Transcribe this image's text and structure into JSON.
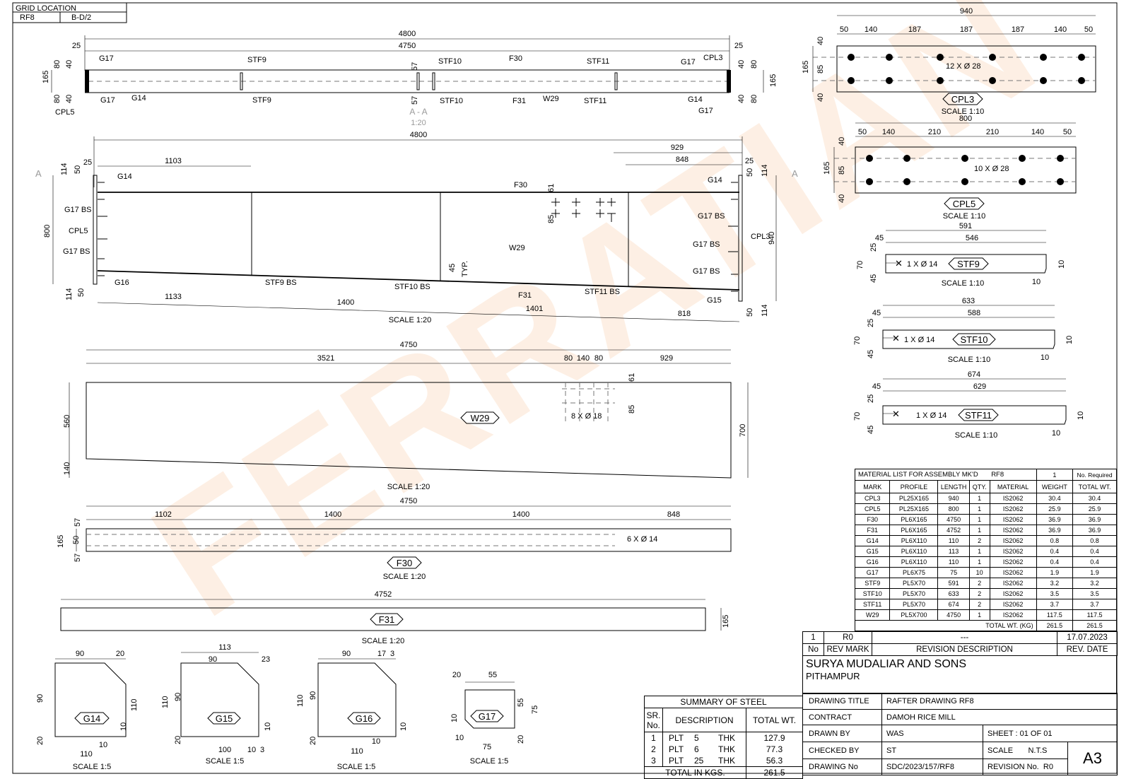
{
  "colors": {
    "line": "#000000",
    "watermark_orange": "#f7a35c",
    "watermark_grey": "#8c8c8c",
    "section_label": "#9a9a9a"
  },
  "watermark": "FERRATIAN",
  "grid_location": {
    "title": "GRID LOCATION",
    "mark": "RF8",
    "grid": "B-D/2"
  },
  "section_aa": {
    "d_total": "4800",
    "d_inner": "4750",
    "d_25a": "25",
    "d_25b": "25",
    "d_80a": "80",
    "d_40a": "40",
    "d_165a": "165",
    "d_80b": "80",
    "d_40b": "40",
    "d_80c": "80",
    "d_40c": "40",
    "d_165b": "165",
    "d_80d": "80",
    "d_40d": "40",
    "d_57a": "57",
    "d_57b": "57",
    "g17_tl": "G17",
    "g17_bl": "G17",
    "g14_l": "G14",
    "cpl5": "CPL5",
    "stf9_t": "STF9",
    "stf9_b": "STF9",
    "stf10_t": "STF10",
    "stf10_b": "STF10",
    "f30": "F30",
    "f31": "F31",
    "w29": "W29",
    "stf11_t": "STF11",
    "stf11_b": "STF11",
    "g17_tr": "G17",
    "cpl3": "CPL3",
    "g14_r": "G14",
    "g17_br": "G17",
    "section_label": "A - A",
    "section_scale": "1:20"
  },
  "elevation": {
    "d_4800": "4800",
    "d_929": "929",
    "d_848": "848",
    "d_25l": "25",
    "d_1103": "1103",
    "d_25r": "25",
    "d_114a": "114",
    "d_50a": "50",
    "d_800": "800",
    "d_114b": "114",
    "d_50b": "50",
    "d_50c": "50",
    "d_114c": "114",
    "d_940": "940",
    "d_50d": "50",
    "d_114d": "114",
    "d_61": "61",
    "d_85": "85",
    "d_45": "45",
    "typ": "TYP.",
    "d_1133": "1133",
    "d_1400": "1400",
    "d_1401": "1401",
    "d_818": "818",
    "sec_a_l": "A",
    "sec_a_r": "A",
    "g14_l": "G14",
    "g17bs_1": "G17 BS",
    "cpl5": "CPL5",
    "g17bs_2": "G17 BS",
    "g16": "G16",
    "f30": "F30",
    "w29": "W29",
    "stf9bs": "STF9 BS",
    "stf10bs": "STF10 BS",
    "f31": "F31",
    "stf11bs": "STF11 BS",
    "g14_r": "G14",
    "g17bs_r1": "G17 BS",
    "cpl3": "CPL3",
    "g17bs_r2": "G17 BS",
    "g17bs_r3": "G17 BS",
    "g15": "G15",
    "scale": "SCALE  1:20"
  },
  "w29": {
    "d_4750": "4750",
    "d_3521": "3521",
    "d_80a": "80",
    "d_140": "140",
    "d_80b": "80",
    "d_929": "929",
    "d_61": "61",
    "d_85": "85",
    "d_560": "560",
    "d_140v": "140",
    "d_700": "700",
    "holes": "8 X Ø 18",
    "mark": "W29",
    "scale": "SCALE  1:20"
  },
  "f30": {
    "d_4750": "4750",
    "d_1102": "1102",
    "d_1400a": "1400",
    "d_1400b": "1400",
    "d_848": "848",
    "d_57a": "57",
    "d_165": "165",
    "d_50": "50",
    "d_57b": "57",
    "holes": "6 X Ø 14",
    "mark": "F30",
    "scale": "SCALE  1:20"
  },
  "f31": {
    "d_4752": "4752",
    "d_165": "165",
    "mark": "F31",
    "scale": "SCALE  1:20"
  },
  "cpl3": {
    "d_940": "940",
    "segs": [
      "50",
      "140",
      "187",
      "187",
      "187",
      "140",
      "50"
    ],
    "d_40a": "40",
    "d_165": "165",
    "d_85": "85",
    "d_40b": "40",
    "holes": "12 X Ø 28",
    "mark": "CPL3",
    "scale": "SCALE  1:10"
  },
  "cpl5": {
    "d_800": "800",
    "segs": [
      "50",
      "140",
      "210",
      "210",
      "140",
      "50"
    ],
    "d_40a": "40",
    "d_165": "165",
    "d_85": "85",
    "d_40b": "40",
    "holes": "10 X Ø 28",
    "mark": "CPL5",
    "scale": "SCALE  1:10"
  },
  "stiffeners": [
    {
      "d_total": "591",
      "d_inner": "546",
      "d_45": "45",
      "d_25": "25",
      "d_70": "70",
      "d_45v": "45",
      "d_10a": "10",
      "d_10b": "10",
      "hole": "1 X Ø 14",
      "mark": "STF9",
      "scale": "SCALE  1:10"
    },
    {
      "d_total": "633",
      "d_inner": "588",
      "d_45": "45",
      "d_25": "25",
      "d_70": "70",
      "d_45v": "45",
      "d_10a": "10",
      "d_10b": "10",
      "hole": "1 X Ø 14",
      "mark": "STF10",
      "scale": "SCALE  1:10"
    },
    {
      "d_total": "674",
      "d_inner": "629",
      "d_45": "45",
      "d_25": "25",
      "d_70": "70",
      "d_45v": "45",
      "d_10a": "10",
      "d_10b": "10",
      "hole": "1 X Ø 14",
      "mark": "STF11",
      "scale": "SCALE  1:10"
    }
  ],
  "gussets": {
    "g14": {
      "d_90": "90",
      "d_20": "20",
      "d_90v": "90",
      "d_110v": "110",
      "d_10v": "10",
      "d_20v": "20",
      "d_110": "110",
      "d_10": "10",
      "mark": "G14",
      "scale": "SCALE  1:5"
    },
    "g15": {
      "d_113": "113",
      "d_90": "90",
      "d_23": "23",
      "d_110v": "110",
      "d_90v": "90",
      "d_10v": "10",
      "d_20v": "20",
      "d_100": "100",
      "d_10": "10",
      "d_3": "3",
      "mark": "G15",
      "scale": "SCALE  1:5"
    },
    "g16": {
      "d_90": "90",
      "d_17": "17",
      "d_3": "3",
      "d_110v": "110",
      "d_90v": "90",
      "d_10v": "10",
      "d_20v": "20",
      "d_110": "110",
      "d_10": "10",
      "mark": "G16",
      "scale": "SCALE  1:5"
    },
    "g17": {
      "d_20": "20",
      "d_55": "55",
      "d_55v": "55",
      "d_75v": "75",
      "d_10v": "10",
      "d_10": "10",
      "d_20v": "20",
      "d_75": "75",
      "mark": "G17",
      "scale": "SCALE  1:5"
    }
  },
  "material_list": {
    "title": "MATERIAL LIST FOR ASSEMBLY MK'D",
    "assembly": "RF8",
    "qty": "1",
    "required": "No. Required",
    "headers": [
      "MARK",
      "PROFILE",
      "LENGTH",
      "QTY.",
      "MATERIAL",
      "WEIGHT",
      "TOTAL WT."
    ],
    "rows": [
      [
        "CPL3",
        "PL25X165",
        "940",
        "1",
        "IS2062",
        "30.4",
        "30.4"
      ],
      [
        "CPL5",
        "PL25X165",
        "800",
        "1",
        "IS2062",
        "25.9",
        "25.9"
      ],
      [
        "F30",
        "PL6X165",
        "4750",
        "1",
        "IS2062",
        "36.9",
        "36.9"
      ],
      [
        "F31",
        "PL6X165",
        "4752",
        "1",
        "IS2062",
        "36.9",
        "36.9"
      ],
      [
        "G14",
        "PL6X110",
        "110",
        "2",
        "IS2062",
        "0.8",
        "0.8"
      ],
      [
        "G15",
        "PL6X110",
        "113",
        "1",
        "IS2062",
        "0.4",
        "0.4"
      ],
      [
        "G16",
        "PL6X110",
        "110",
        "1",
        "IS2062",
        "0.4",
        "0.4"
      ],
      [
        "G17",
        "PL6X75",
        "75",
        "10",
        "IS2062",
        "1.9",
        "1.9"
      ],
      [
        "STF9",
        "PL5X70",
        "591",
        "2",
        "IS2062",
        "3.2",
        "3.2"
      ],
      [
        "STF10",
        "PL5X70",
        "633",
        "2",
        "IS2062",
        "3.5",
        "3.5"
      ],
      [
        "STF11",
        "PL5X70",
        "674",
        "2",
        "IS2062",
        "3.7",
        "3.7"
      ],
      [
        "W29",
        "PL5X700",
        "4750",
        "1",
        "IS2062",
        "117.5",
        "117.5"
      ]
    ],
    "total_label": "TOTAL WT. (KG)",
    "total_weight": "261.5",
    "total_total": "261.5"
  },
  "revision": {
    "no": "1",
    "rev": "R0",
    "desc": "---",
    "date": "17.07.2023",
    "h_no": "No",
    "h_rev": "REV MARK",
    "h_desc": "REVISION DESCRIPTION",
    "h_date": "REV. DATE"
  },
  "company": {
    "name": "SURYA MUDALIAR AND SONS",
    "place": "PITHAMPUR"
  },
  "summary": {
    "title": "SUMMARY OF STEEL",
    "h_sr": "SR.",
    "h_no": "No.",
    "h_desc": "DESCRIPTION",
    "h_total": "TOTAL WT.",
    "rows": [
      {
        "sr": "1",
        "type": "PLT",
        "size": "5",
        "unit": "THK",
        "wt": "127.9"
      },
      {
        "sr": "2",
        "type": "PLT",
        "size": "6",
        "unit": "THK",
        "wt": "77.3"
      },
      {
        "sr": "3",
        "type": "PLT",
        "size": "25",
        "unit": "THK",
        "wt": "56.3"
      }
    ],
    "total_label": "TOTAL IN KGS.",
    "total": "261.5"
  },
  "title_block": {
    "l_title": "DRAWING TITLE",
    "title": "RAFTER DRAWING RF8",
    "l_contract": "CONTRACT",
    "contract": "DAMOH RICE MILL",
    "l_drawn": "DRAWN BY",
    "drawn": "WAS",
    "sheet": "SHEET :  01  OF  01",
    "l_checked": "CHECKED BY",
    "checked": "ST",
    "scale_l": "SCALE",
    "scale_v": "N.T.S",
    "l_dwgno": "DRAWING No",
    "dwgno": "SDC/2023/157/RF8",
    "revno_l": "REVISION No.",
    "revno_v": "R0",
    "size": "A3"
  }
}
